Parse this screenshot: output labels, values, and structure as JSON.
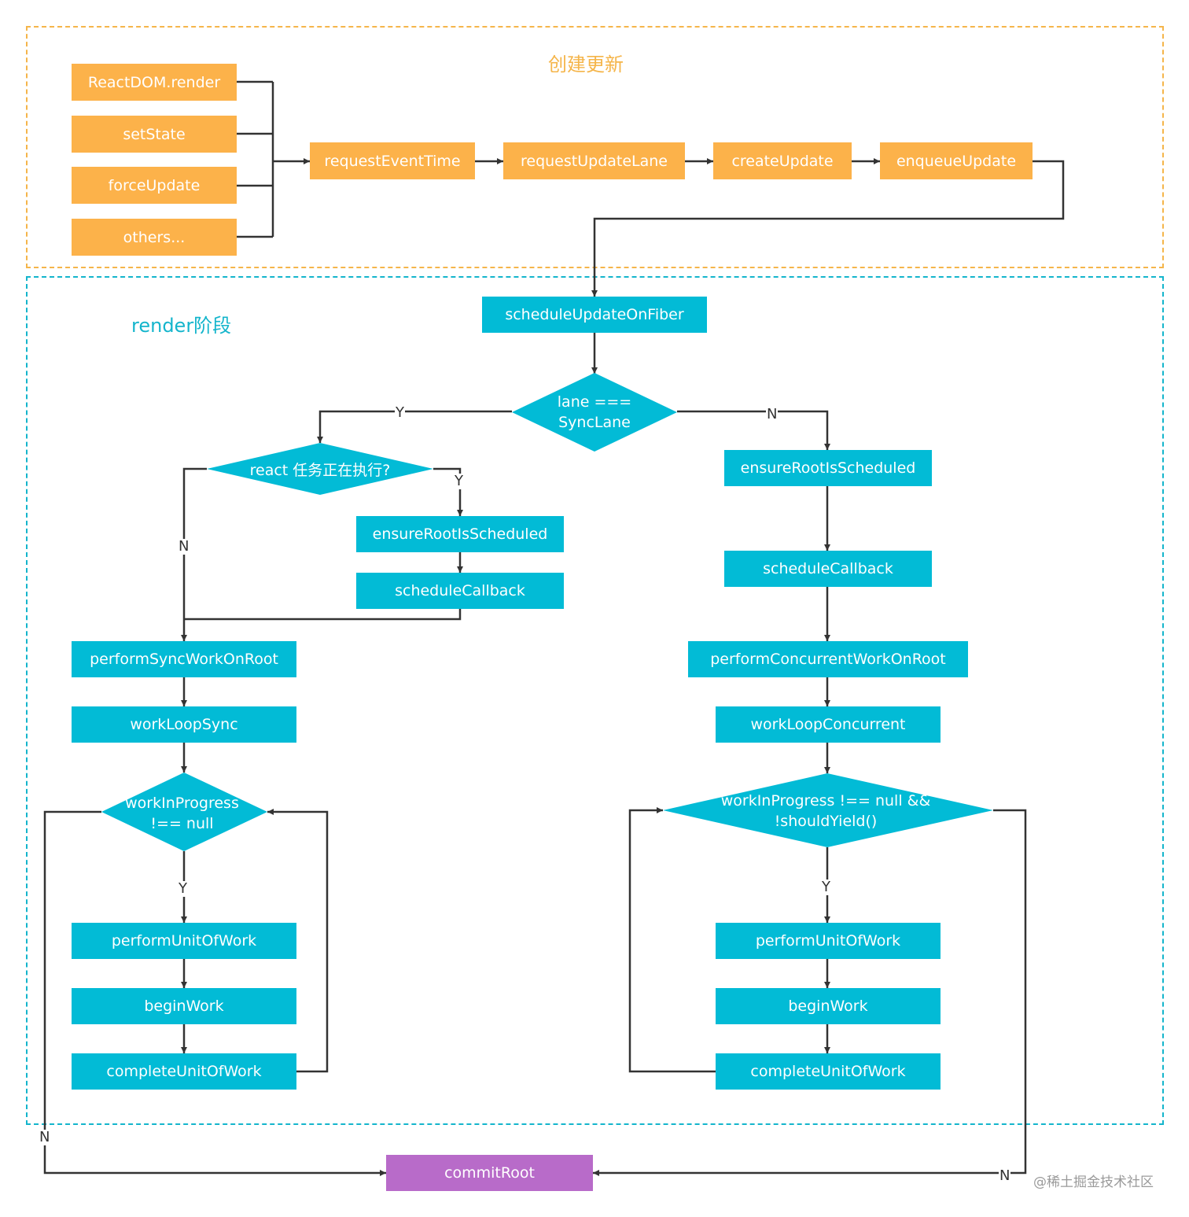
{
  "regions": {
    "create_title": "创建更新",
    "render_title": "render阶段"
  },
  "nodes": {
    "reactdom_render": "ReactDOM.render",
    "set_state": "setState",
    "force_update": "forceUpdate",
    "others": "others...",
    "request_event_time": "requestEventTime",
    "request_update_lane": "requestUpdateLane",
    "create_update": "createUpdate",
    "enqueue_update": "enqueueUpdate",
    "schedule_update_on_fiber": "scheduleUpdateOnFiber",
    "ensure_root_sync": "ensureRootIsScheduled",
    "schedule_callback_sync": "scheduleCallback",
    "perform_sync_work_on_root": "performSyncWorkOnRoot",
    "work_loop_sync": "workLoopSync",
    "perform_unit_sync": "performUnitOfWork",
    "begin_work_sync": "beginWork",
    "complete_unit_sync": "completeUnitOfWork",
    "ensure_root_concurrent": "ensureRootIsScheduled",
    "schedule_callback_concurrent": "scheduleCallback",
    "perform_concurrent_work_on_root": "performConcurrentWorkOnRoot",
    "work_loop_concurrent": "workLoopConcurrent",
    "perform_unit_concurrent": "performUnitOfWork",
    "begin_work_concurrent": "beginWork",
    "complete_unit_concurrent": "completeUnitOfWork",
    "commit_root": "commitRoot"
  },
  "decisions": {
    "lane_check": "lane ===\nSyncLane",
    "react_executing": "react 任务正在执行?",
    "wip_sync": "workInProgress\n!== null",
    "wip_concurrent": "workInProgress !== null &&\n!shouldYield()"
  },
  "edge_labels": {
    "lane_yes": "Y",
    "lane_no": "N",
    "executing_yes": "Y",
    "executing_no": "N",
    "wip_sync_yes": "Y",
    "wip_sync_no": "N",
    "wip_concurrent_yes": "Y",
    "wip_concurrent_no": "N"
  },
  "watermark": "@稀土掘金技术社区",
  "colors": {
    "create_phase": "#fcb24a",
    "render_phase": "#02bbd6",
    "commit": "#b86bc9",
    "edge": "#333333"
  }
}
